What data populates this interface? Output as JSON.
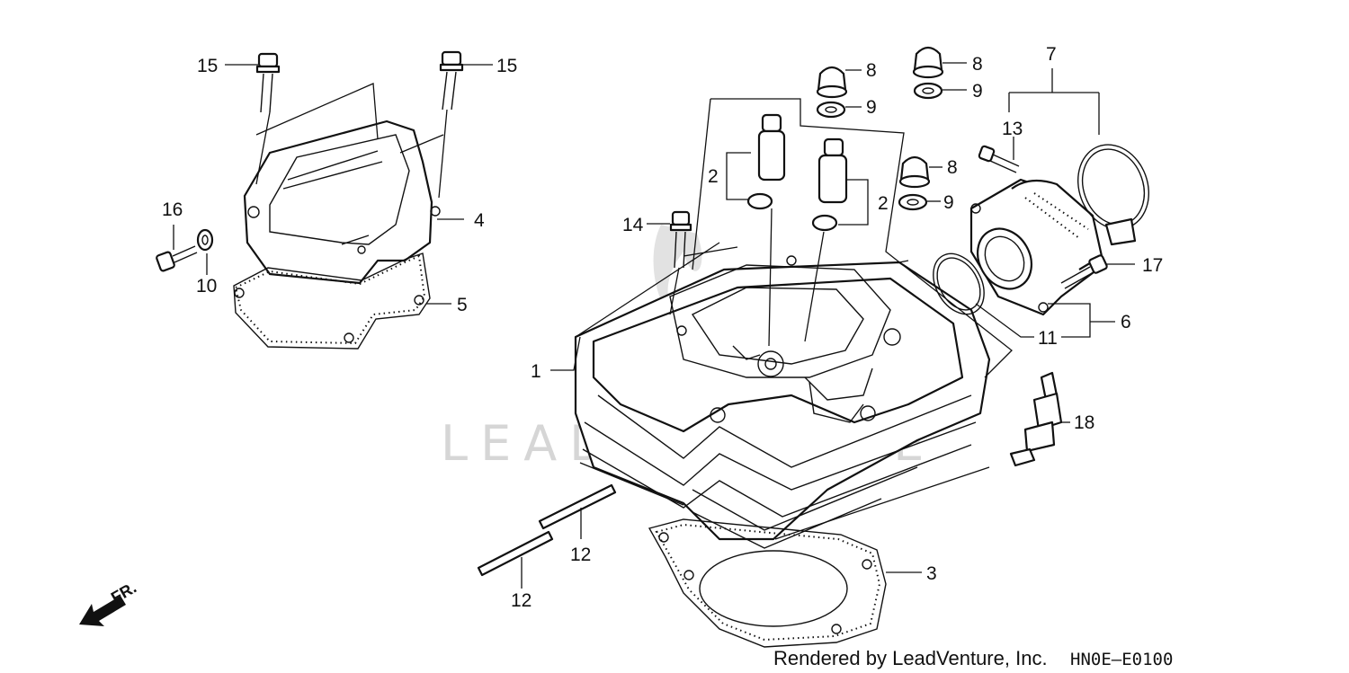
{
  "watermark": "LEADVENTURE",
  "footer": {
    "rendered_by": "Rendered by LeadVenture, Inc.",
    "diagram_code": "HN0E—E0100"
  },
  "direction_label": "FR.",
  "callouts": [
    {
      "id": "c15a",
      "label": "15"
    },
    {
      "id": "c15b",
      "label": "15"
    },
    {
      "id": "c16",
      "label": "16"
    },
    {
      "id": "c10",
      "label": "10"
    },
    {
      "id": "c4",
      "label": "4"
    },
    {
      "id": "c5",
      "label": "5"
    },
    {
      "id": "c8a",
      "label": "8"
    },
    {
      "id": "c9a",
      "label": "9"
    },
    {
      "id": "c8b",
      "label": "8"
    },
    {
      "id": "c9b",
      "label": "9"
    },
    {
      "id": "c8c",
      "label": "8"
    },
    {
      "id": "c9c",
      "label": "9"
    },
    {
      "id": "c7",
      "label": "7"
    },
    {
      "id": "c13",
      "label": "13"
    },
    {
      "id": "c2a",
      "label": "2"
    },
    {
      "id": "c2b",
      "label": "2"
    },
    {
      "id": "c14",
      "label": "14"
    },
    {
      "id": "c17",
      "label": "17"
    },
    {
      "id": "c6",
      "label": "6"
    },
    {
      "id": "c11",
      "label": "11"
    },
    {
      "id": "c1",
      "label": "1"
    },
    {
      "id": "c18",
      "label": "18"
    },
    {
      "id": "c12a",
      "label": "12"
    },
    {
      "id": "c12b",
      "label": "12"
    },
    {
      "id": "c3",
      "label": "3"
    }
  ]
}
